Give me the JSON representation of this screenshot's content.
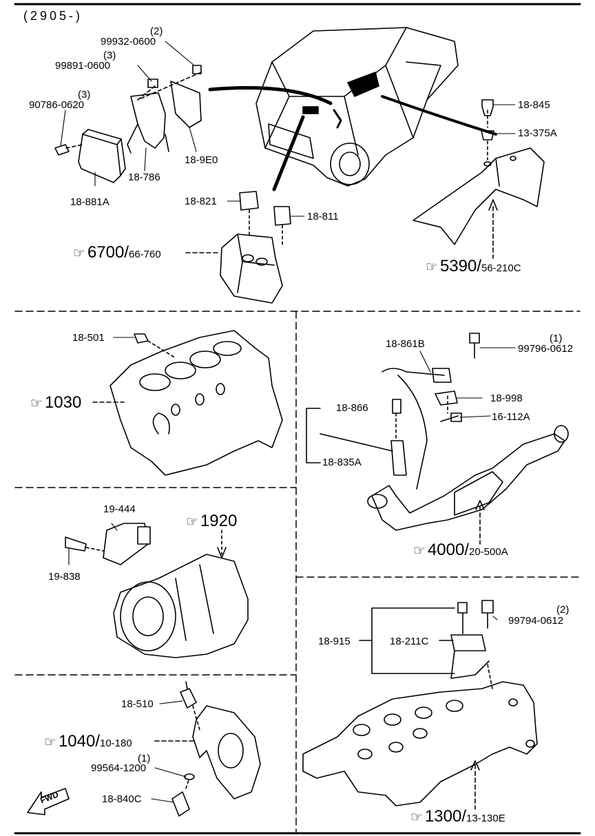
{
  "header": {
    "code": "(2905-)"
  },
  "labels": {
    "p99932": "99932-0600",
    "q99932": "(2)",
    "p99891": "99891-0600",
    "q99891": "(3)",
    "p90786": "90786-0620",
    "q90786": "(3)",
    "p18881A": "18-881A",
    "p18786": "18-786",
    "p189E0": "18-9E0",
    "p18821": "18-821",
    "p18811": "18-811",
    "p18845": "18-845",
    "p13375A": "13-375A",
    "p18501": "18-501",
    "p18861B": "18-861B",
    "p99796": "99796-0612",
    "q99796": "(1)",
    "p18998": "18-998",
    "p18866": "18-866",
    "p16112A": "16-112A",
    "p18835A": "18-835A",
    "p19444": "19-444",
    "p19838": "19-838",
    "p18510": "18-510",
    "p99564": "99564-1200",
    "q99564": "(1)",
    "p18840C": "18-840C",
    "p18915": "18-915",
    "p18211C": "18-211C",
    "p99794": "99794-0612",
    "q99794": "(2)",
    "fwd": "FWD"
  },
  "refs": {
    "r6700": {
      "main": "6700",
      "sub": "66-760"
    },
    "r5390": {
      "main": "5390",
      "sub": "56-210C"
    },
    "r1030": {
      "main": "1030",
      "sub": ""
    },
    "r4000": {
      "main": "4000",
      "sub": "20-500A"
    },
    "r1920": {
      "main": "1920",
      "sub": ""
    },
    "r1040": {
      "main": "1040",
      "sub": "10-180"
    },
    "r1300": {
      "main": "1300",
      "sub": "13-130E"
    }
  },
  "icons": {
    "ref_hand": "pointing-hand-icon"
  }
}
